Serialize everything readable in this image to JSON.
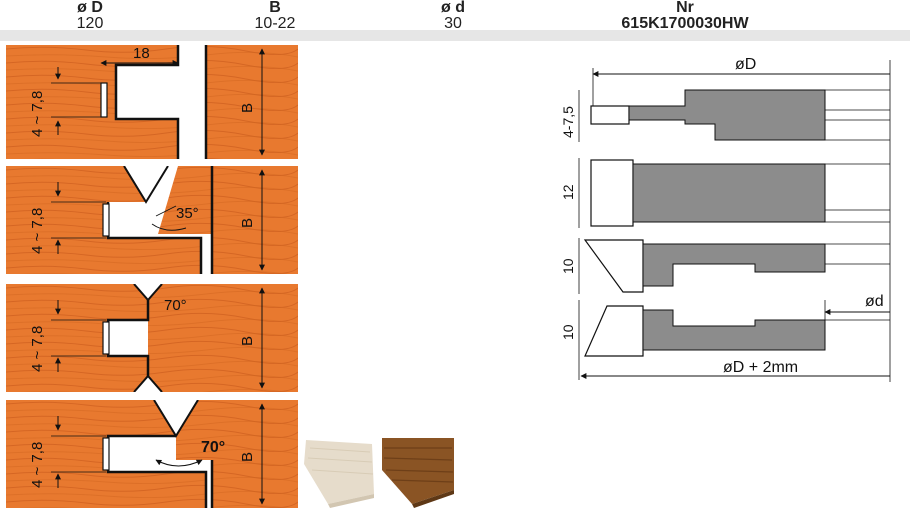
{
  "header": {
    "od": {
      "label": "ø D",
      "value": "120"
    },
    "b": {
      "label": "B",
      "value": "10-22"
    },
    "d": {
      "label": "ø d",
      "value": "30"
    },
    "nr": {
      "label": "Nr",
      "value": "615K1700030HW"
    }
  },
  "profiles": {
    "groove_range": "4 ~ 7,8",
    "thickness_label": "B",
    "p1_width": "18",
    "p2_angle": "35°",
    "p3_angle": "70°",
    "p4_angle": "70°"
  },
  "diagram": {
    "od_label": "øD",
    "od_plus_label": "øD + 2mm",
    "bore_label": "ød",
    "h1": "4-7,5",
    "h2": "12",
    "h3": "10",
    "h4": "10"
  },
  "colors": {
    "wood": "#e8792f",
    "wood_grain": "#c4561a",
    "cutter_gray": "#8c8c8c",
    "swatch_light": "#e6dccb",
    "swatch_dark": "#8a5424"
  }
}
